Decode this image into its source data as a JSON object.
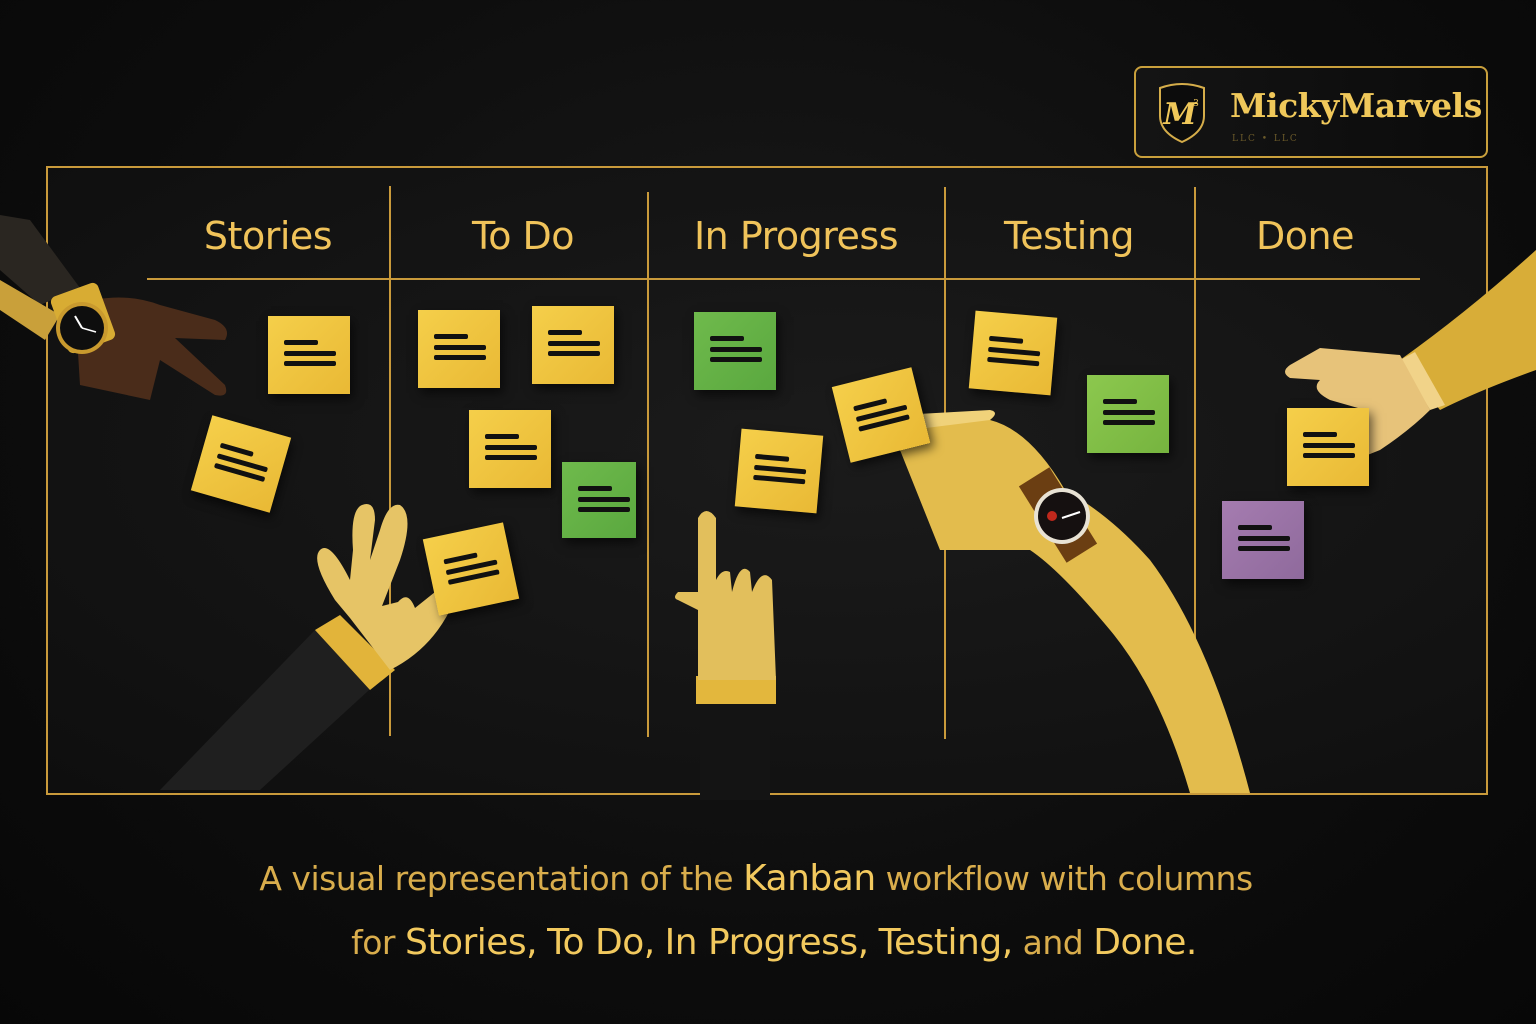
{
  "logo": {
    "monogram": "M",
    "name": "MickyMarvels",
    "subtitle": "LLC • LLC"
  },
  "board": {
    "columns": [
      {
        "label": "Stories",
        "notes": [
          {
            "color": "yellow"
          },
          {
            "color": "yellow"
          }
        ]
      },
      {
        "label": "To Do",
        "notes": [
          {
            "color": "yellow"
          },
          {
            "color": "yellow"
          },
          {
            "color": "yellow"
          },
          {
            "color": "green"
          },
          {
            "color": "yellow"
          }
        ]
      },
      {
        "label": "In Progress",
        "notes": [
          {
            "color": "green"
          },
          {
            "color": "yellow"
          },
          {
            "color": "yellow"
          }
        ]
      },
      {
        "label": "Testing",
        "notes": [
          {
            "color": "yellow"
          },
          {
            "color": "lime"
          }
        ]
      },
      {
        "label": "Done",
        "notes": [
          {
            "color": "yellow"
          },
          {
            "color": "purple"
          }
        ]
      }
    ]
  },
  "caption": {
    "line1": "A visual representation of the Kanban workflow with columns",
    "line1_prefix": "A visual representation of the ",
    "line1_kanban": "Kanban",
    "line1_suffix": " workflow with columns",
    "line2_for": "for ",
    "line2_items": [
      "Stories,",
      "To Do,",
      "In Progress,",
      "Testing,"
    ],
    "line2_and": " and ",
    "line2_last": "Done."
  },
  "colors": {
    "background": "#0d0d0d",
    "gold": "#c99a3b",
    "heading_gold": "#f0c35a",
    "note_yellow": "#f0c640",
    "note_green": "#62ae44",
    "note_lime": "#82be47",
    "note_purple": "#9a72a6"
  }
}
